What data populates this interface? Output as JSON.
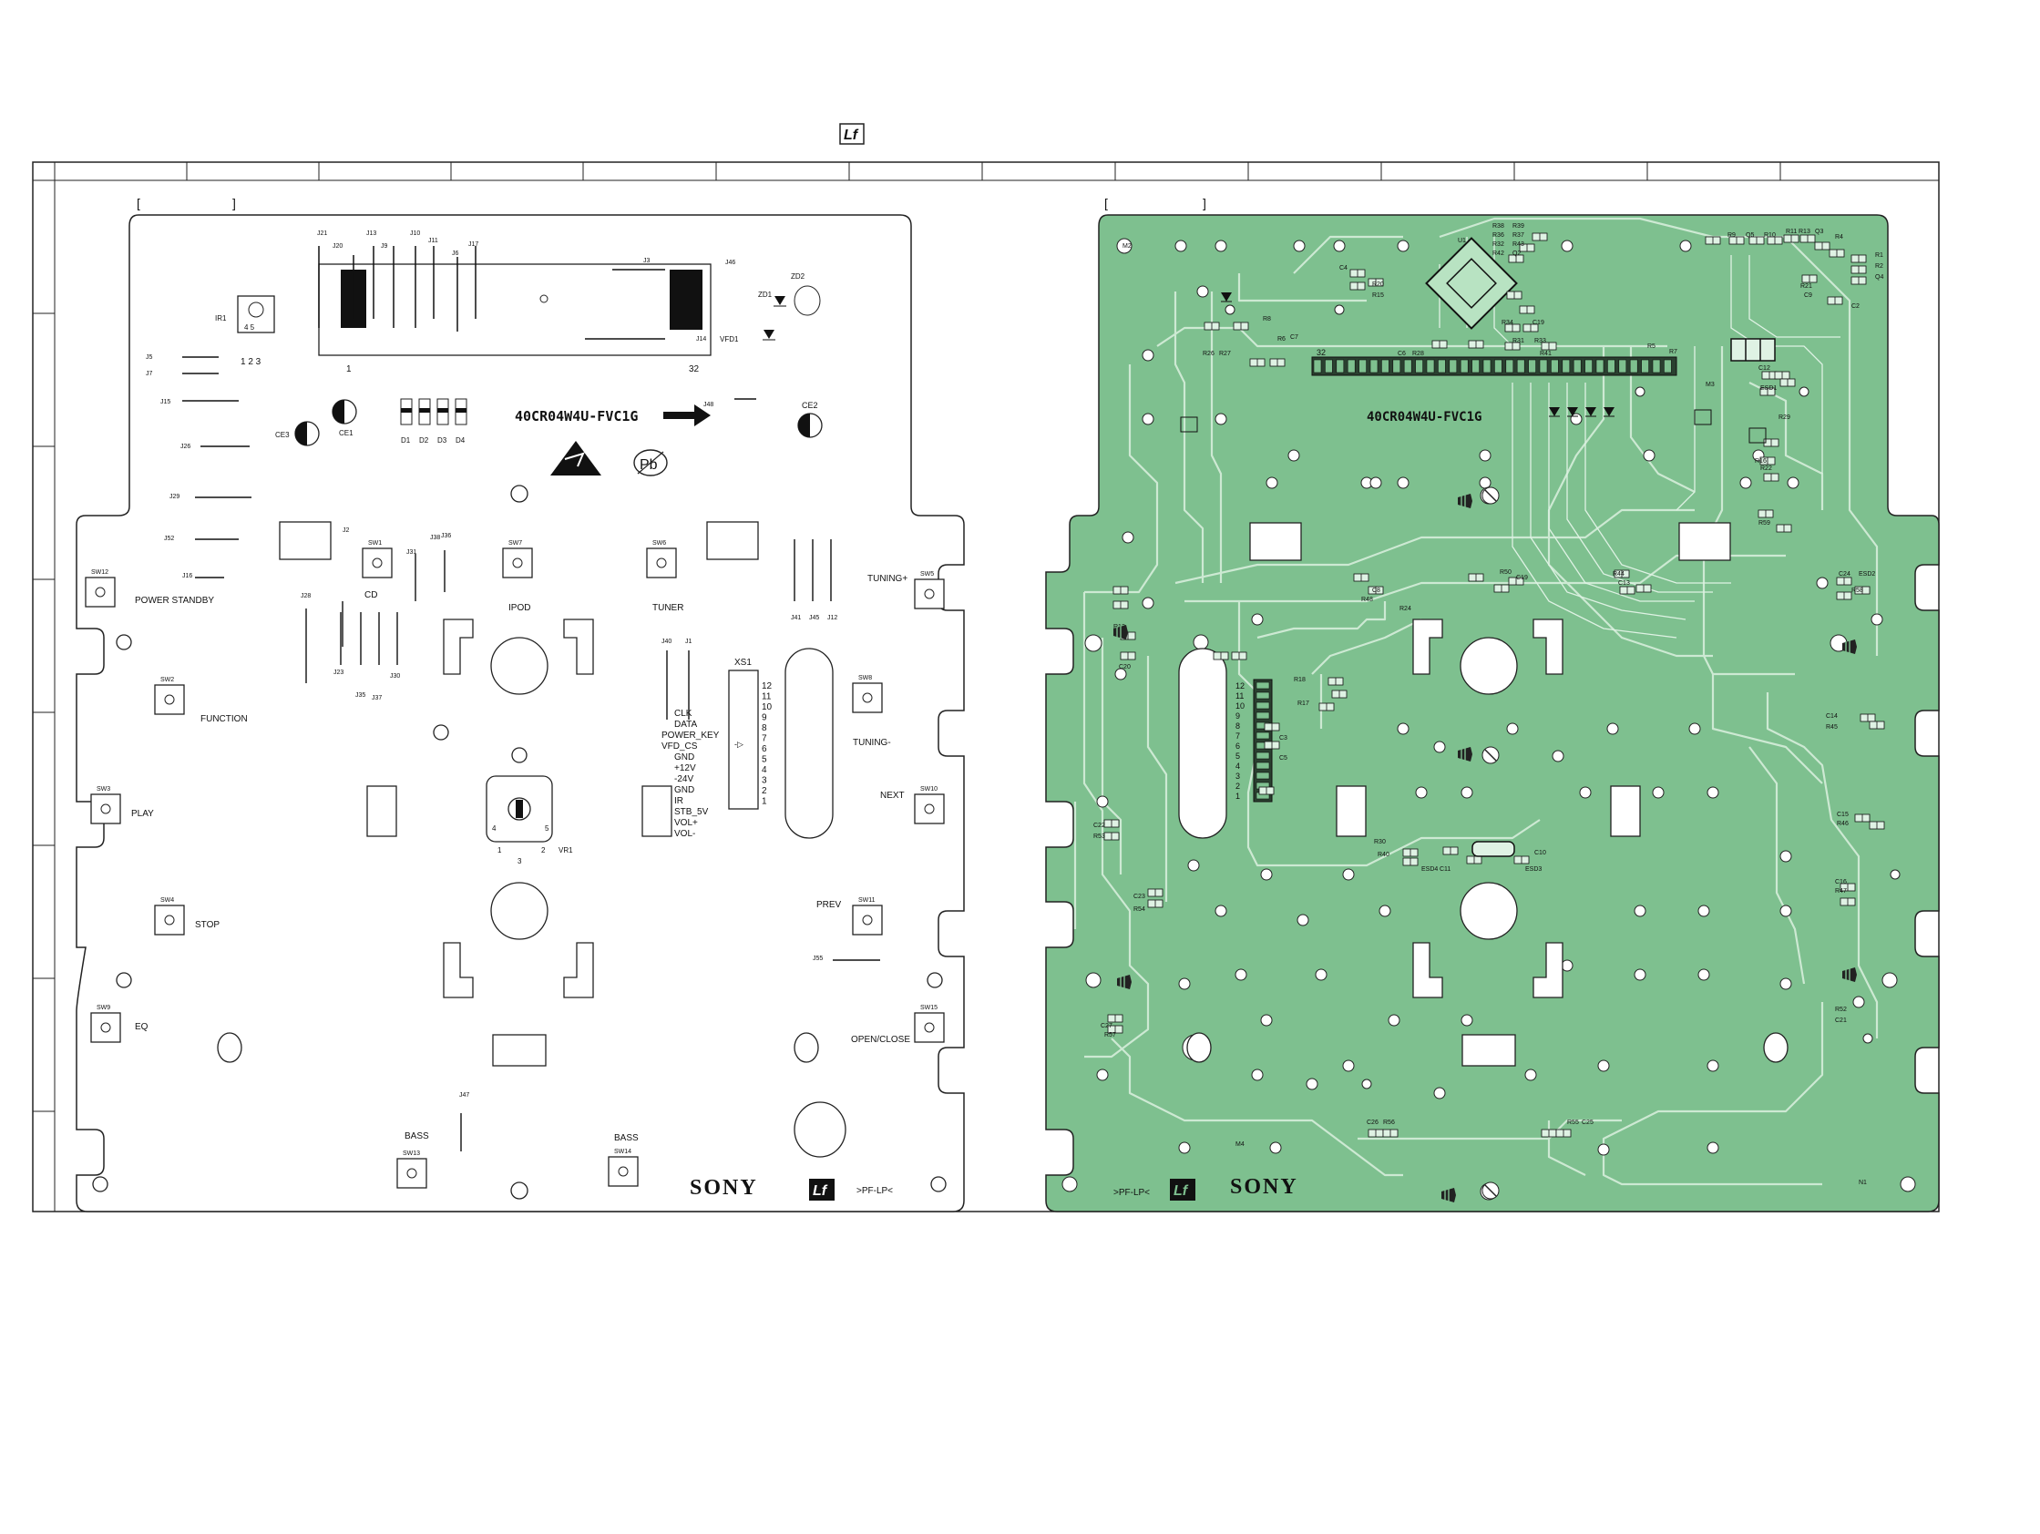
{
  "board": {
    "part_number": "40CR04W4U-FVC1G",
    "brand": "SONY",
    "pf_lp": ">PF-LP<"
  },
  "switches": [
    {
      "id": "SW12",
      "label": "POWER STANDBY"
    },
    {
      "id": "SW2",
      "label": "FUNCTION"
    },
    {
      "id": "SW3",
      "label": "PLAY"
    },
    {
      "id": "SW4",
      "label": "STOP"
    },
    {
      "id": "SW9",
      "label": "EQ"
    },
    {
      "id": "SW1",
      "label": "CD"
    },
    {
      "id": "SW7",
      "label": "IPOD"
    },
    {
      "id": "SW6",
      "label": "TUNER"
    },
    {
      "id": "SW5",
      "label": "TUNING+"
    },
    {
      "id": "SW8",
      "label": "TUNING-"
    },
    {
      "id": "SW10",
      "label": "NEXT"
    },
    {
      "id": "SW11",
      "label": "PREV"
    },
    {
      "id": "SW15",
      "label": "OPEN/CLOSE"
    },
    {
      "id": "SW13",
      "label": "BASS"
    },
    {
      "id": "SW14",
      "label": "BASS"
    }
  ],
  "connector": {
    "name": "XS1",
    "pins": [
      "CLK",
      "DATA",
      "POWER_KEY",
      "VFD_CS",
      "GND",
      "+12V",
      "-24V",
      "GND",
      "IR",
      "STB_5V",
      "VOL+",
      "VOL-"
    ],
    "numbers": [
      "12",
      "11",
      "10",
      "9",
      "8",
      "7",
      "6",
      "5",
      "4",
      "3",
      "2",
      "1"
    ]
  },
  "jumpers_left": [
    "J21",
    "J20",
    "J13",
    "J9",
    "J10",
    "J11",
    "J6",
    "J17",
    "J3",
    "J46",
    "J14",
    "J5",
    "J7",
    "J15",
    "J26",
    "J29",
    "J52",
    "J16",
    "J28",
    "J2",
    "J31",
    "J38",
    "J36",
    "J23",
    "J35",
    "J37",
    "J30",
    "J40",
    "J1",
    "J41",
    "J45",
    "J12",
    "J48",
    "J55",
    "J47"
  ],
  "misc_labels": {
    "ir1": "IR1",
    "ir_pins": "1  2  3",
    "ir_inner": "4  5",
    "vfd": "VFD1",
    "vfd_pin1": "1",
    "vfd_pin32": "32",
    "zd2": "ZD2",
    "zd1": "ZD1",
    "ce1": "CE1",
    "ce2": "CE2",
    "ce3": "CE3",
    "diodes": [
      "D1",
      "D2",
      "D3",
      "D4"
    ],
    "vr1": "VR1",
    "vr_pins": [
      "1",
      "2",
      "3",
      "4",
      "5"
    ]
  },
  "right_labels": [
    "M2",
    "M3",
    "M4",
    "N1",
    "U1",
    "C4",
    "R20",
    "R15",
    "R26",
    "R27",
    "C7",
    "C6",
    "R28",
    "R41",
    "R31",
    "R33",
    "R34",
    "C19",
    "R5",
    "R7",
    "R38",
    "R39",
    "R36",
    "R37",
    "R32",
    "R43",
    "R42",
    "Q2",
    "R9",
    "Q5",
    "R10",
    "R11",
    "R13",
    "Q3",
    "R4",
    "R1",
    "R2",
    "Q4",
    "C2",
    "R21",
    "C9",
    "C12",
    "ESD1",
    "R29",
    "R16",
    "R22",
    "R59",
    "R48",
    "C8",
    "R24",
    "R50",
    "C19",
    "R44",
    "C13",
    "C24",
    "ESD2",
    "R58",
    "R12",
    "C20",
    "R18",
    "R17",
    "C3",
    "C5",
    "C14",
    "R45",
    "C22",
    "R53",
    "R30",
    "R40",
    "C10",
    "ESD4",
    "C11",
    "ESD3",
    "C15",
    "R46",
    "C23",
    "R54",
    "C16",
    "R47",
    "C27",
    "R57",
    "R52",
    "C21",
    "C26",
    "R56",
    "R55",
    "C25",
    "R8",
    "R6"
  ],
  "right_pin_numbers": [
    "12",
    "11",
    "10",
    "9",
    "8",
    "7",
    "6",
    "5",
    "4",
    "3",
    "2",
    "1"
  ],
  "right_pin32": "32",
  "colors": {
    "pcb_green": "#7ec08f",
    "trace_light": "#b8e3c2",
    "outline": "#222222"
  }
}
